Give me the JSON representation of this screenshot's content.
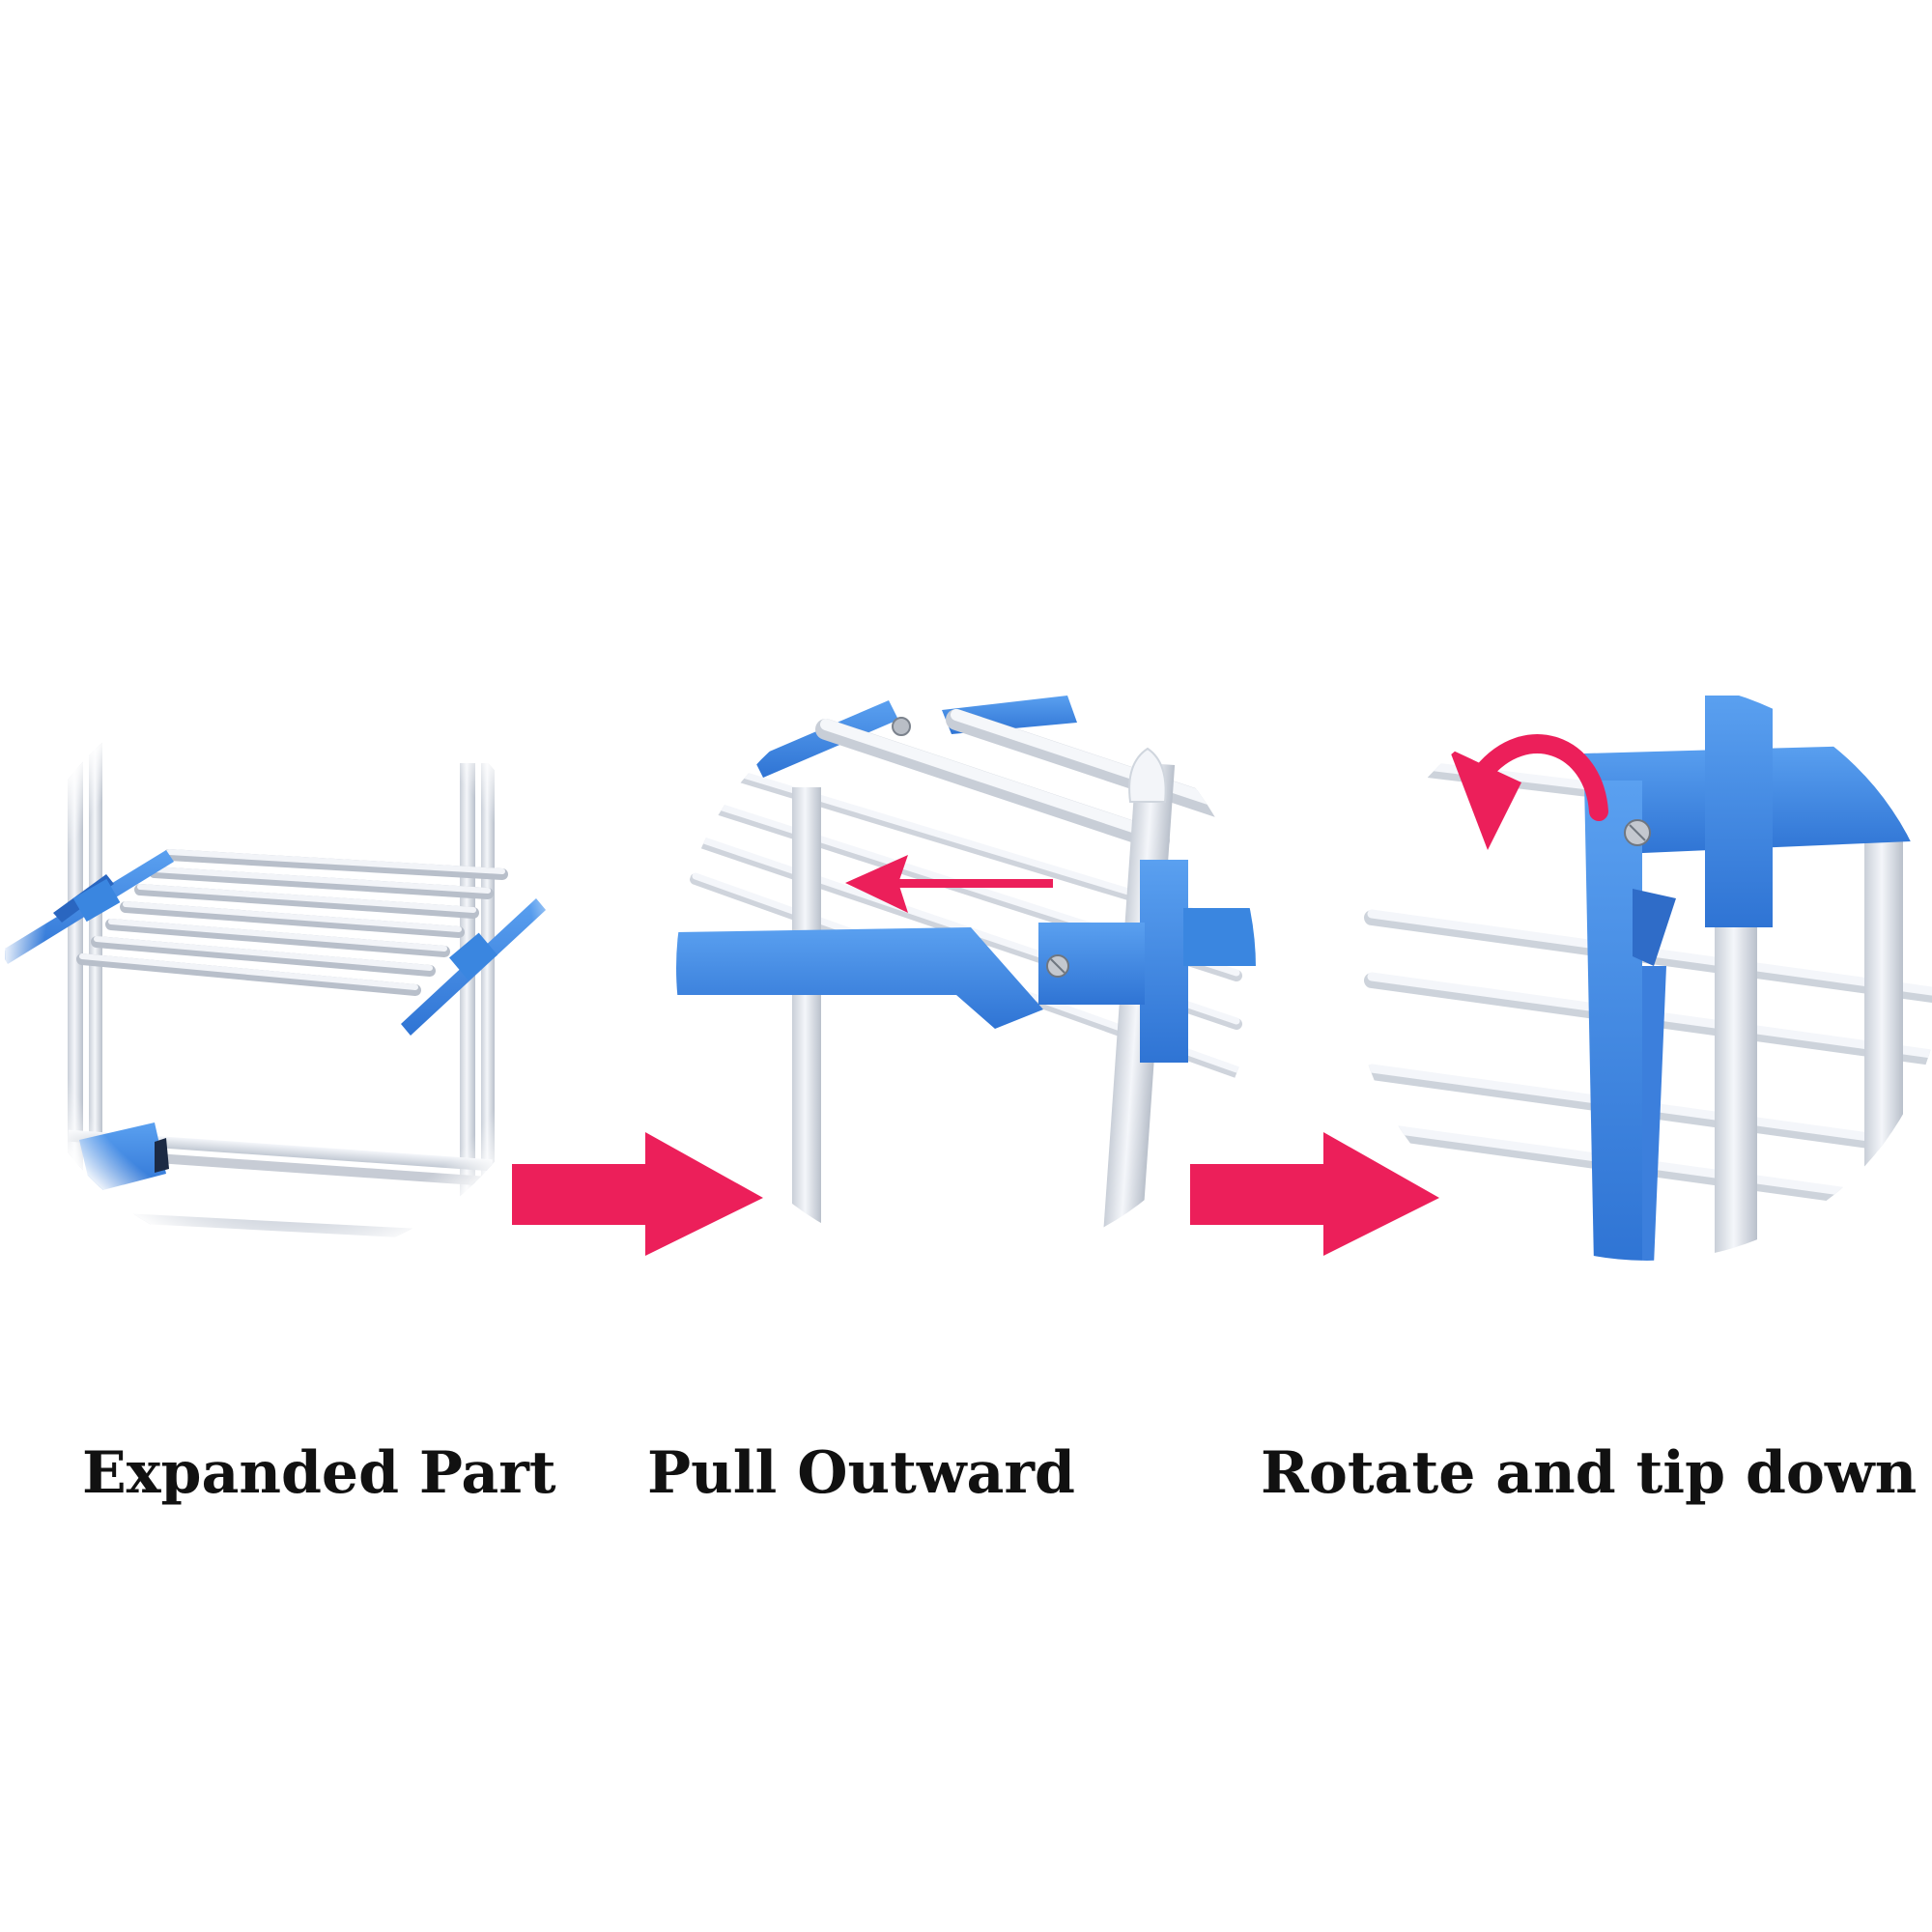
{
  "steps": [
    {
      "label": "Expanded Part"
    },
    {
      "label": "Pull Outward"
    },
    {
      "label": "Rotate and tip down"
    }
  ],
  "colors": {
    "background": "#ffffff",
    "frame_blue": "#3a86e0",
    "rod_white": "#eef1f6",
    "rod_shadow": "#c6ccd6",
    "arrow_pink": "#ec1f5a",
    "caption_text": "#111111"
  },
  "icons": [
    "arrow-right-icon",
    "arrow-left-icon",
    "curved-arrow-icon",
    "screw-icon"
  ]
}
